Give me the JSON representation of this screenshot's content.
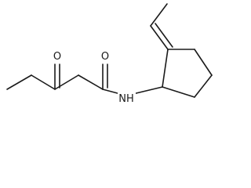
{
  "molecule": {
    "atoms": {
      "o_ketone": "O",
      "o_amide": "O",
      "n_amide": "NH"
    }
  }
}
